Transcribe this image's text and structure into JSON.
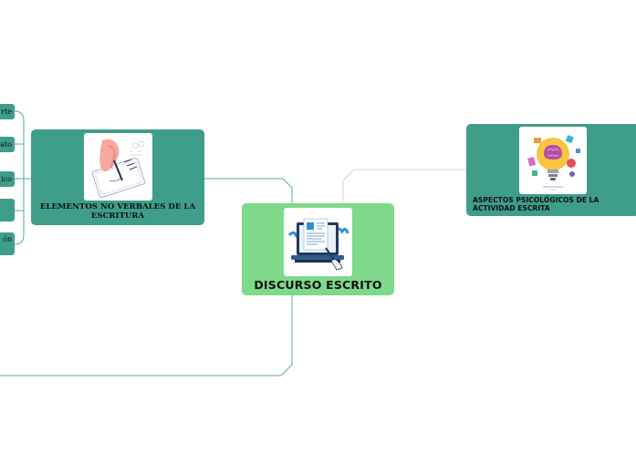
{
  "central": {
    "title": "DISCURSO ESCRITO",
    "image": "laptop-document-illustration"
  },
  "topics": [
    {
      "title": "ELEMENTOS NO VERBALES DE LA ESCRITURA",
      "image": "hand-writing-illustration"
    },
    {
      "title": "ASPECTOS PSICOLÓGICOS DE LA ACTIVIDAD ESCRITA",
      "image": "lightbulb-brain-illustration"
    }
  ],
  "subtopics": [
    {
      "label": "rte"
    },
    {
      "label": "ato"
    },
    {
      "label": "ico"
    },
    {
      "label": ""
    },
    {
      "label": "ón"
    }
  ],
  "colors": {
    "central": "#7ed98a",
    "topic": "#3e9e89",
    "connector_left": "#5aa8a0",
    "connector_right": "#d8d6b6"
  }
}
